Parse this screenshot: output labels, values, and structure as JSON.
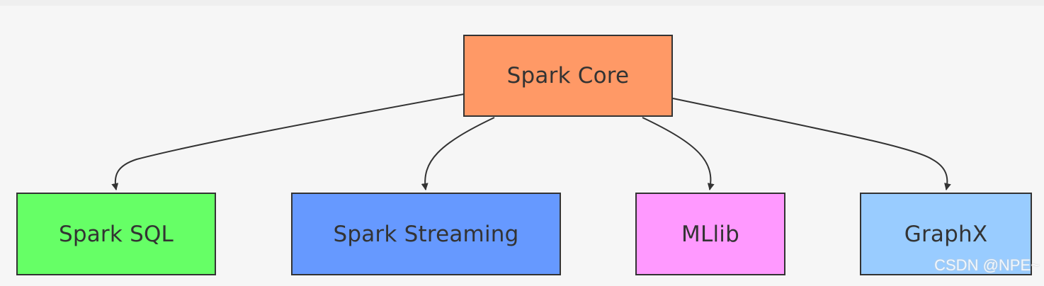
{
  "nodes": {
    "core": {
      "label": "Spark Core",
      "color": "#ff9966"
    },
    "sql": {
      "label": "Spark SQL",
      "color": "#66ff66"
    },
    "streaming": {
      "label": "Spark Streaming",
      "color": "#6699ff"
    },
    "mllib": {
      "label": "MLlib",
      "color": "#ff99ff"
    },
    "graphx": {
      "label": "GraphX",
      "color": "#99ccff"
    }
  },
  "edges": [
    {
      "from": "core",
      "to": "sql"
    },
    {
      "from": "core",
      "to": "streaming"
    },
    {
      "from": "core",
      "to": "mllib"
    },
    {
      "from": "core",
      "to": "graphx"
    }
  ],
  "watermark": "CSDN @NPE~"
}
